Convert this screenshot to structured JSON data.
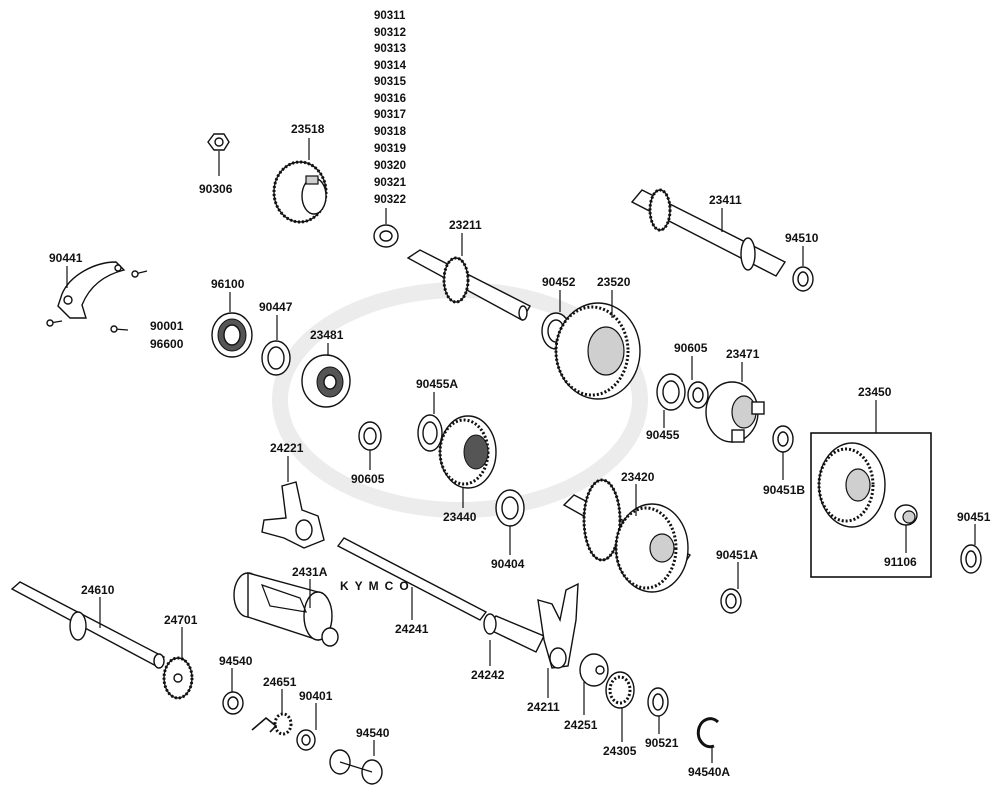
{
  "watermark": {
    "logo_text": "KYMCO"
  },
  "stack_labels": [
    "90311",
    "90312",
    "90313",
    "90314",
    "90315",
    "90316",
    "90317",
    "90318",
    "90319",
    "90320",
    "90321",
    "90322"
  ],
  "labels": {
    "p90306": "90306",
    "p23518": "23518",
    "p23211": "23211",
    "p23411": "23411",
    "p94510": "94510",
    "p90441": "90441",
    "p96100": "96100",
    "p90447": "90447",
    "p90452": "90452",
    "p23520": "23520",
    "p90001": "90001",
    "p96600": "96600",
    "p23481": "23481",
    "p90605a": "90605",
    "p23471": "23471",
    "p90455a": "90455A",
    "p90455": "90455",
    "p23450": "23450",
    "p90605b": "90605",
    "p90451b": "90451B",
    "p24221": "24221",
    "p23440": "23440",
    "p23420": "23420",
    "p90451": "90451",
    "p90404": "90404",
    "p90451a": "90451A",
    "p91106": "91106",
    "p24610": "24610",
    "p2431a": "2431A",
    "p24241": "24241",
    "p24701": "24701",
    "p24242": "24242",
    "p94540a": "94540",
    "p24211": "24211",
    "p24651": "24651",
    "p90401": "90401",
    "p24251": "24251",
    "p24305": "24305",
    "p90521": "90521",
    "p94540b": "94540",
    "p94540A": "94540A"
  }
}
